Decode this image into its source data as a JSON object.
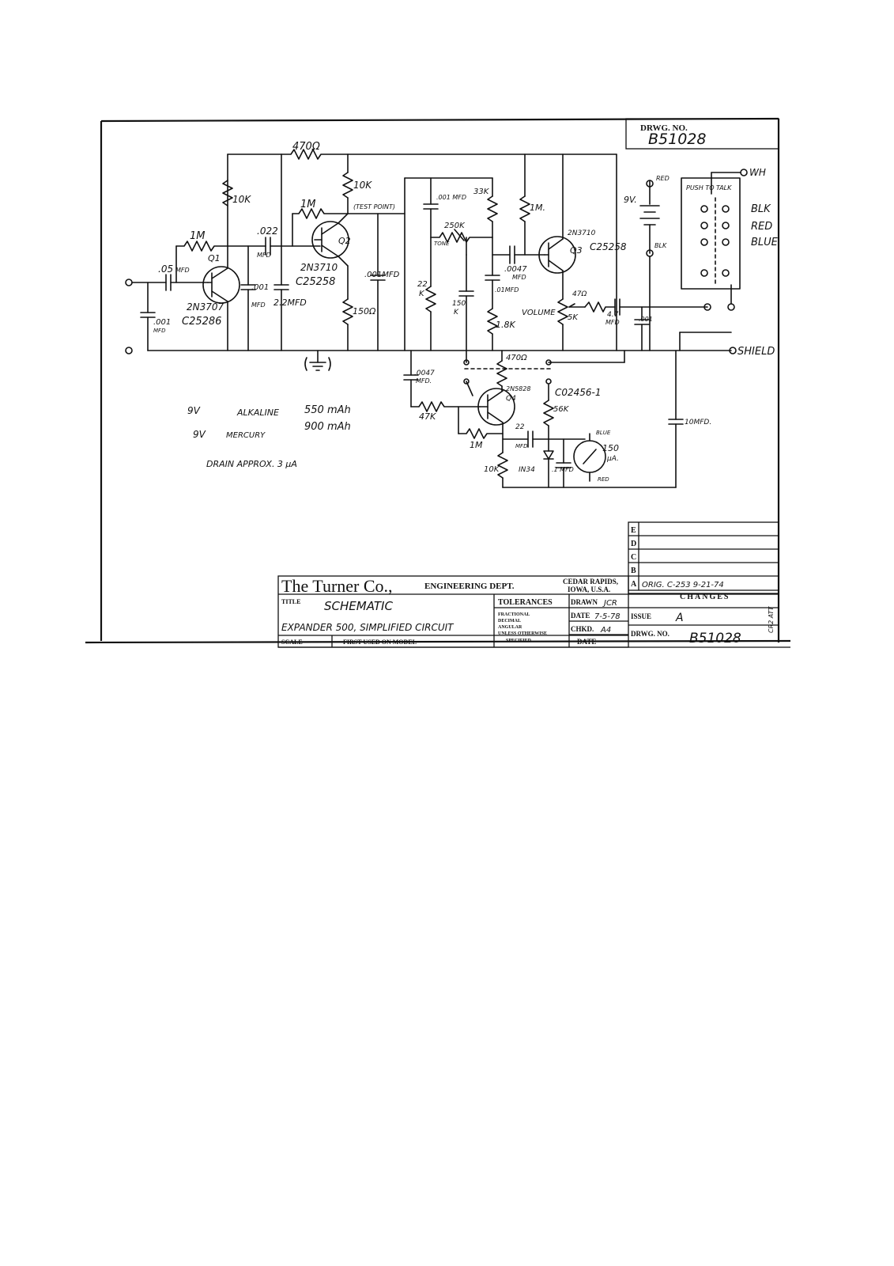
{
  "drawing_number_header": {
    "label": "DRWG. NO.",
    "value": "B51028"
  },
  "components": {
    "r_470_top": "470Ω",
    "r_10k_left": "10K",
    "r_10k_q2": "10K",
    "r_1m_q1": "1M",
    "r_1m_q2": "1M",
    "c_022": ".022",
    "c_022_unit": "MFD",
    "c_05": ".05",
    "c_05_unit": "MFD",
    "c_001_in": ".001",
    "c_001_in_unit": "MFD",
    "c_001_mid": ".001",
    "c_001_mid_unit": "MFD",
    "c_22mfd": "2.2MFD",
    "r_150_q2": "150Ω",
    "c_001_right": ".001MFD",
    "q1_label": "Q1",
    "q1_part": "2N3707",
    "q1_code": "C25286",
    "q2_label": "Q2",
    "q2_part": "2N3710",
    "q2_code": "C25258",
    "test_point": "(TEST POINT)",
    "c_001_tone": ".001 MFD",
    "r_33k": "33K",
    "pot_250k": "250K",
    "pot_tone": "TONE",
    "r_22k_a": "22",
    "r_22k_b": "K",
    "r_150k_a": "150",
    "r_150k_b": "K",
    "c_01": ".01MFD",
    "r_18k": "1.8K",
    "c_0047": ".0047",
    "c_0047_unit": "MFD",
    "r_1m_q3": "1M.",
    "q3_part": "2N3710",
    "q3_label": "Q3",
    "q3_code": "C25258",
    "r_47ohm": "47Ω",
    "volume": "VOLUME",
    "pot_5k": "5K",
    "c_47": "4.7",
    "c_47_unit": "MFD",
    "c_001_out": ".001",
    "battery_label": "9V.",
    "battery_red": "RED",
    "battery_blk": "BLK",
    "push_to_talk": "PUSH TO TALK",
    "wire_wh": "WH",
    "wire_blk": "BLK",
    "wire_red": "RED",
    "wire_blue": "BLUE",
    "shield": "SHIELD",
    "c_0047_low": ".0047",
    "c_0047_low_unit": "MFD.",
    "r_47k": "47K",
    "r_470_low": "470Ω",
    "q4_part": "2N5828",
    "q4_label": "Q4",
    "switch_code": "C02456-1",
    "r_56k": "56K",
    "r_1m_q4": "1M",
    "c_22_q4": "22",
    "c_22_q4_unit": "MFD",
    "r_10k_q4": "10K",
    "diode": "IN34",
    "c_1_meter": ".1 MFD",
    "meter_blue": "BLUE",
    "meter_value": "150",
    "meter_unit": "μA.",
    "meter_red": "RED",
    "c_10mfd": "10MFD."
  },
  "notes": {
    "line1_a": "9V",
    "line1_b": "ALKALINE",
    "line1_c": "550 mAh",
    "line2_a": "9V",
    "line2_b": "MERCURY",
    "line2_c": "900 mAh",
    "line3": "DRAIN APPROX. 3 μA"
  },
  "title_block": {
    "company": "The Turner Co.,",
    "dept": "ENGINEERING DEPT.",
    "city": "CEDAR RAPIDS,",
    "state": "IOWA, U.S.A.",
    "title_label": "TITLE",
    "title_value": "SCHEMATIC",
    "subtitle_value": "EXPANDER 500, SIMPLIFIED CIRCUIT",
    "scale_label": "SCALE",
    "first_used_label": "FIRST USED ON MODEL",
    "tolerances_label": "TOLERANCES",
    "tol_fractional": "FRACTIONAL",
    "tol_decimal": "DECIMAL",
    "tol_angular": "ANGULAR",
    "tol_unless": "UNLESS OTHERWISE",
    "tol_specified": "SPECIFIED",
    "drawn_label": "DRAWN",
    "drawn_value": "JCR",
    "date_label": "DATE",
    "date_value": "7-5-78",
    "chkd_label": "CHKD.",
    "chkd_value": "A4",
    "date2_label": "DATE",
    "issue_label": "ISSUE",
    "issue_value": "A",
    "drwg_label": "DRWG. NO.",
    "drwg_value": "B51028",
    "changes_label": "CHANGES",
    "change_letters": [
      "E",
      "D",
      "C",
      "B",
      "A"
    ],
    "change_a_text": "ORIG. C-253 9-21-74",
    "side_note": "CR2 ATT"
  }
}
